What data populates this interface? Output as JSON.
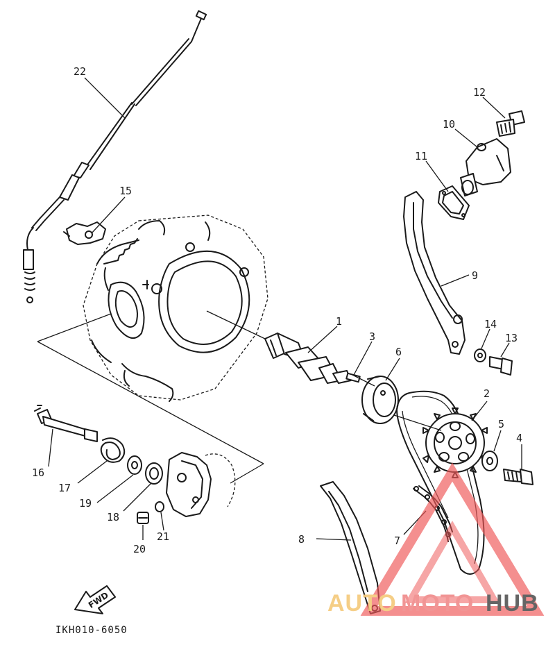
{
  "diagram": {
    "part_code": "IKH010-6050",
    "fwd_label": "FWD",
    "callouts": [
      "1",
      "2",
      "3",
      "4",
      "5",
      "6",
      "7",
      "8",
      "9",
      "10",
      "11",
      "12",
      "13",
      "14",
      "15",
      "16",
      "17",
      "18",
      "19",
      "20",
      "21",
      "22"
    ]
  },
  "watermark": {
    "text_light": "AUTO",
    "text_mid": "MOTO",
    "text_dark": "HUB",
    "colors": {
      "light": "#f5c97a",
      "mid": "#f08a8a",
      "dark": "#555555",
      "triangle": "#ef5a5a"
    }
  }
}
